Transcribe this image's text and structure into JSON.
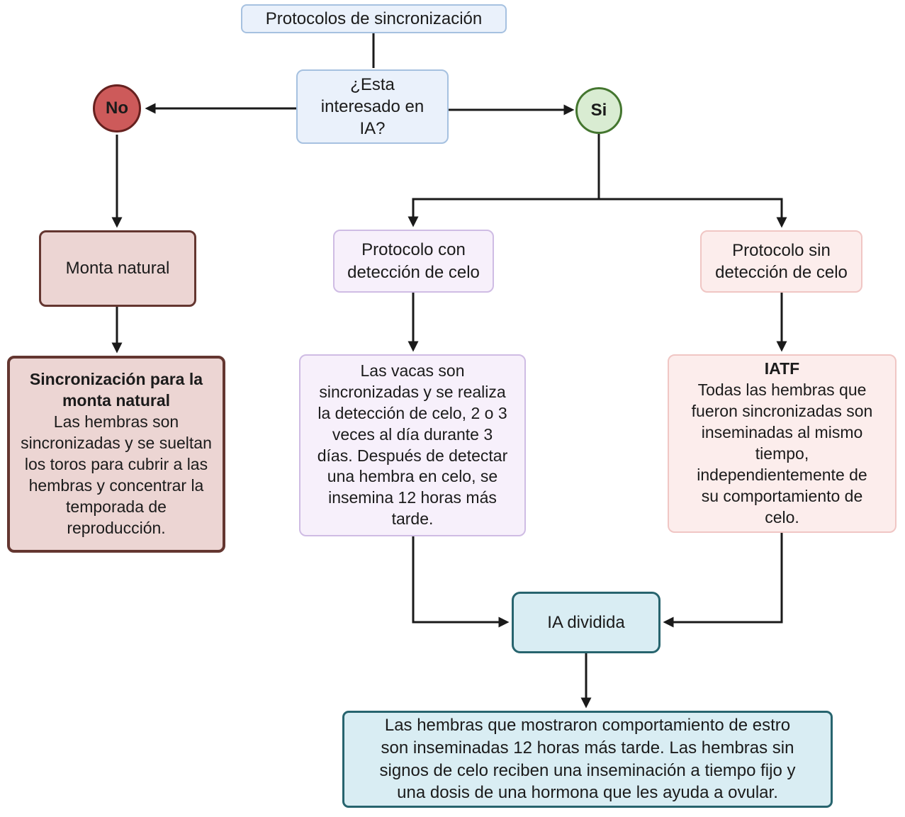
{
  "colors": {
    "blue_fill": "#eaf1fb",
    "blue_border": "#a6c1e0",
    "red_fill": "#cd5a5a",
    "red_border": "#66211f",
    "green_fill": "#d9ecd2",
    "green_border": "#44762f",
    "rose_fill": "#ecd5d3",
    "rose_border": "#643630",
    "purple_fill": "#f7f0fb",
    "purple_border": "#cfbce4",
    "pink_fill": "#fcedec",
    "pink_border": "#f0c6c4",
    "teal_fill": "#d9edf3",
    "teal_border": "#27646e",
    "arrow": "#1a1a1a",
    "text": "#1b1b1b"
  },
  "nodes": {
    "title": "Protocolos de sincronización",
    "question": "¿Esta interesado en IA?",
    "no_label": "No",
    "si_label": "Si",
    "monta_natural": "Monta natural",
    "sync_title": "Sincronización para la monta natural",
    "sync_body": "Las hembras son sincronizadas y se sueltan los toros para cubrir a las hembras y concentrar la temporada de reproducción.",
    "protocolo_con": "Protocolo con detección de celo",
    "protocolo_con_body": "Las vacas son sincronizadas y se realiza la detección de celo,  2 o 3 veces al día durante 3 días. Después de detectar una hembra en celo, se insemina 12 horas más tarde.",
    "protocolo_sin": "Protocolo sin detección de celo",
    "iatf_title": "IATF",
    "iatf_body": "Todas las hembras que fueron sincronizadas son inseminadas al mismo tiempo, independientemente de su comportamiento de celo.",
    "ia_dividida": "IA dividida",
    "final_body": "Las hembras que mostraron comportamiento de estro son inseminadas 12 horas más tarde. Las hembras sin signos de celo reciben una inseminación a tiempo fijo y una dosis de una hormona que les ayuda a ovular."
  }
}
